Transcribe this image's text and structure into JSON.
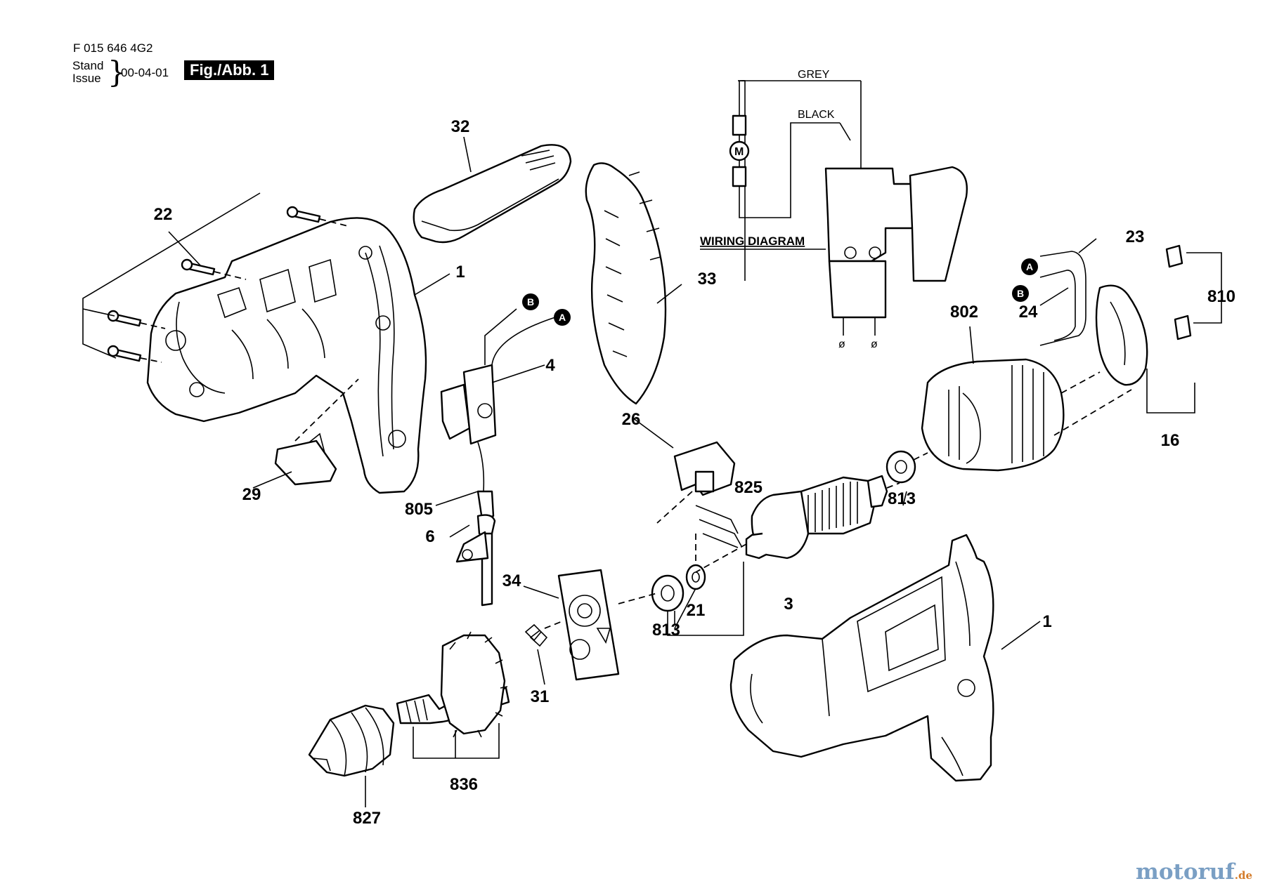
{
  "header": {
    "doc_id": "F 015 646 4G2",
    "stand_line1": "Stand",
    "stand_line2": "Issue",
    "brace": "}",
    "issue_date": "00-04-01",
    "figure_label": "Fig./Abb. 1"
  },
  "callouts": {
    "c1_top": "1",
    "c1_bottom": "1",
    "c3": "3",
    "c4": "4",
    "c6": "6",
    "c16": "16",
    "c21": "21",
    "c22": "22",
    "c23": "23",
    "c24": "24",
    "c26": "26",
    "c29": "29",
    "c31": "31",
    "c32": "32",
    "c33": "33",
    "c34": "34",
    "c802": "802",
    "c805": "805",
    "c810": "810",
    "c813_right": "813",
    "c813_left": "813",
    "c825": "825",
    "c827": "827",
    "c836": "836"
  },
  "wiring": {
    "grey": "GREY",
    "black": "BLACK",
    "title": "WIRING DIAGRAM",
    "motor": "M",
    "terminal_symbol": "ø"
  },
  "markers": {
    "a": "A",
    "b": "B"
  },
  "watermark": {
    "main": "motoruf",
    "suffix": ".de"
  }
}
